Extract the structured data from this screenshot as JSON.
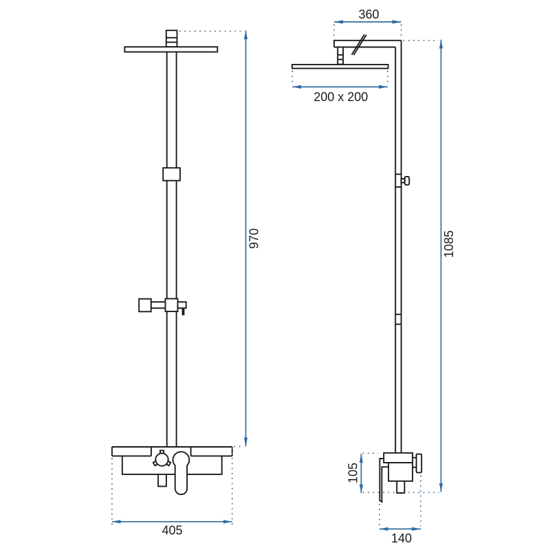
{
  "page": {
    "background": "#ffffff"
  },
  "drawing": {
    "type": "technical-dimension-drawing",
    "subject": "shower column set, front view and side view with dimensions in mm",
    "line_color": "#1a1a1a",
    "dimension_color": "#2e6ca3",
    "extension_color": "#3a688f",
    "text_color": "#1a1a1a",
    "dims": {
      "d360": "360",
      "d200x200": "200 x 200",
      "d970": "970",
      "d1085": "1085",
      "d105": "105",
      "d140": "140",
      "d405": "405"
    }
  }
}
